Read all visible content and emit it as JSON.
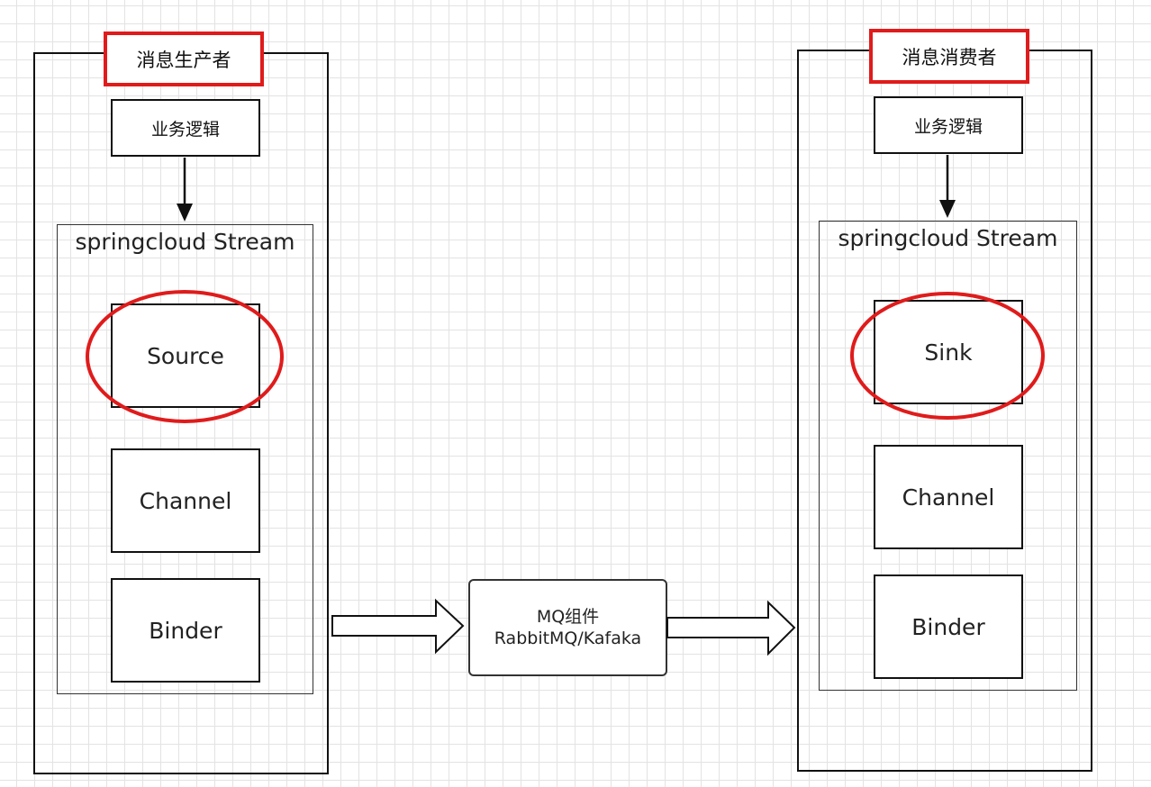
{
  "producer": {
    "title": "消息生产者",
    "business_logic": "业务逻辑",
    "stream_label": "springcloud Stream",
    "components": [
      "Source",
      "Channel",
      "Binder"
    ]
  },
  "consumer": {
    "title": "消息消费者",
    "business_logic": "业务逻辑",
    "stream_label": "springcloud Stream",
    "components": [
      "Sink",
      "Channel",
      "Binder"
    ]
  },
  "mq": {
    "line1": "MQ组件",
    "line2": "RabbitMQ/Kafaka"
  },
  "colors": {
    "highlight": "#e01b1b",
    "stroke": "#111111"
  }
}
